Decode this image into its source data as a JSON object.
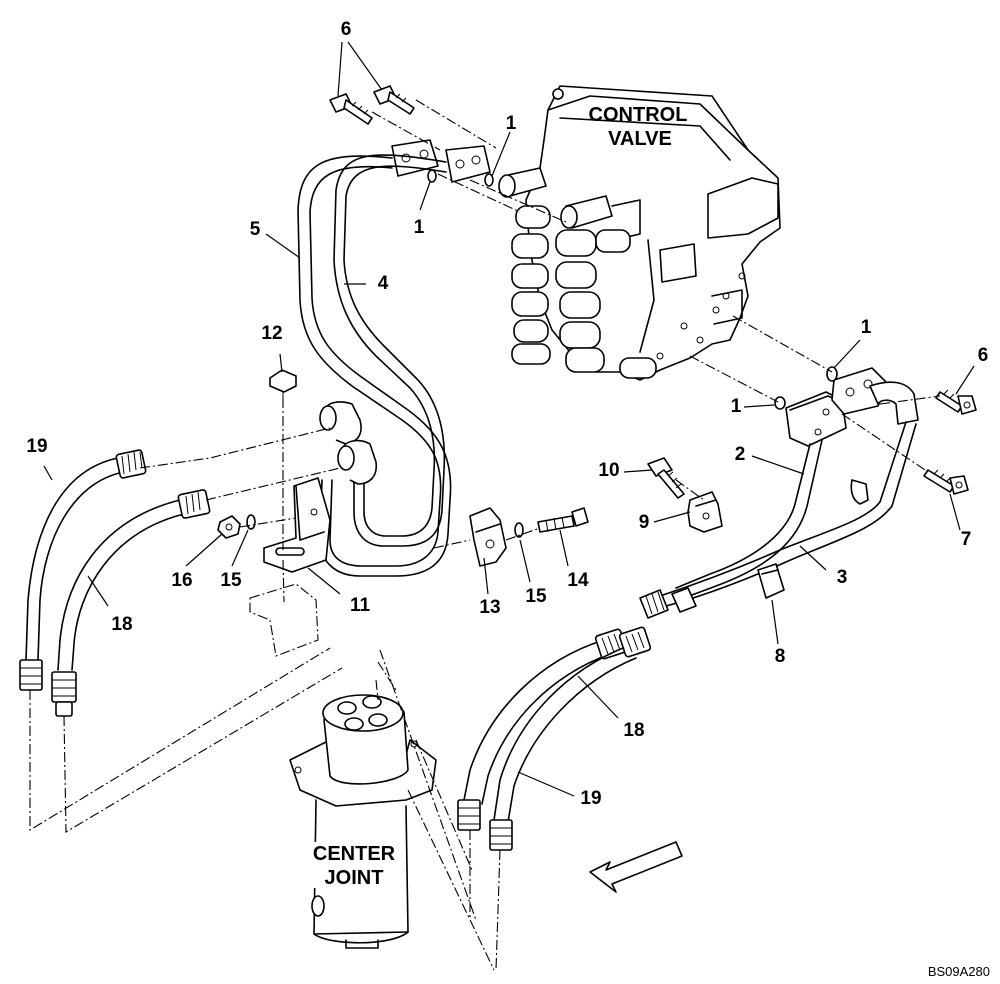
{
  "title_labels": {
    "control_valve_line1": "CONTROL",
    "control_valve_line2": "VALVE",
    "center_joint_line1": "CENTER",
    "center_joint_line2": "JOINT"
  },
  "callouts": [
    {
      "id": "c-6a",
      "text": "6"
    },
    {
      "id": "c-1a",
      "text": "1"
    },
    {
      "id": "c-1b",
      "text": "1"
    },
    {
      "id": "c-5",
      "text": "5"
    },
    {
      "id": "c-4",
      "text": "4"
    },
    {
      "id": "c-12",
      "text": "12"
    },
    {
      "id": "c-19a",
      "text": "19"
    },
    {
      "id": "c-16",
      "text": "16"
    },
    {
      "id": "c-15a",
      "text": "15"
    },
    {
      "id": "c-18a",
      "text": "18"
    },
    {
      "id": "c-11",
      "text": "11"
    },
    {
      "id": "c-13",
      "text": "13"
    },
    {
      "id": "c-15b",
      "text": "15"
    },
    {
      "id": "c-14",
      "text": "14"
    },
    {
      "id": "c-1c",
      "text": "1"
    },
    {
      "id": "c-6b",
      "text": "6"
    },
    {
      "id": "c-1d",
      "text": "1"
    },
    {
      "id": "c-2",
      "text": "2"
    },
    {
      "id": "c-10",
      "text": "10"
    },
    {
      "id": "c-9",
      "text": "9"
    },
    {
      "id": "c-7",
      "text": "7"
    },
    {
      "id": "c-3",
      "text": "3"
    },
    {
      "id": "c-8",
      "text": "8"
    },
    {
      "id": "c-18b",
      "text": "18"
    },
    {
      "id": "c-19b",
      "text": "19"
    }
  ],
  "drawing_code": "BS09A280",
  "icons": {
    "direction_arrow": "front-direction-arrow-icon"
  }
}
